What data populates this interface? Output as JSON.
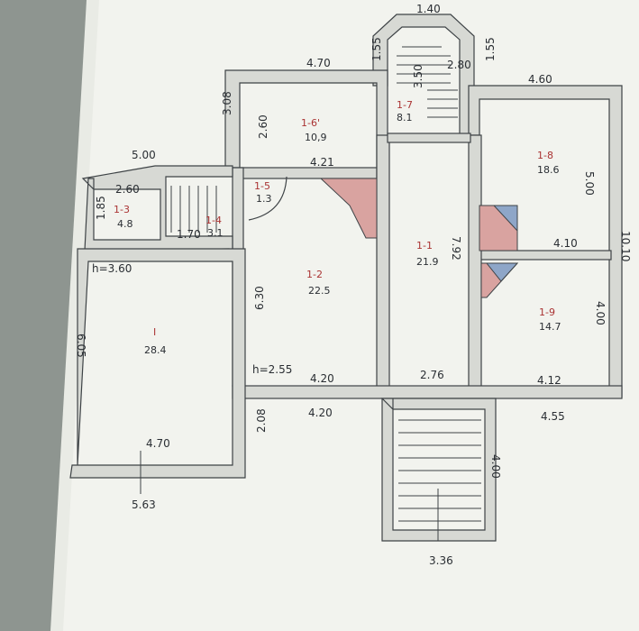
{
  "plan": {
    "rooms": [
      {
        "id": "1-6'",
        "area": "10,9"
      },
      {
        "id": "1-7",
        "area": "8.1"
      },
      {
        "id": "1-8",
        "area": "18.6"
      },
      {
        "id": "1-3",
        "area": "4.8"
      },
      {
        "id": "1-4",
        "area": "3.1"
      },
      {
        "id": "1-5",
        "area": "1.3"
      },
      {
        "id": "1-2",
        "area": "22.5"
      },
      {
        "id": "1-1",
        "area": "21.9"
      },
      {
        "id": "1-9",
        "area": "14.7"
      },
      {
        "id": "I",
        "area": "28.4"
      }
    ],
    "dimensions": {
      "tower_top": "1.40",
      "tower_left": "1.55",
      "tower_right": "1.55",
      "stair_top": "2.80",
      "stair_side": "3.50",
      "top_left_width": "4.70",
      "top_left_height": "3.08",
      "r16_height": "2.60",
      "r16_bottom": "4.21",
      "r18_top": "4.60",
      "r18_height": "5.00",
      "r18_bottom": "4.10",
      "r13_top_outer": "5.00",
      "r13_width": "2.60",
      "r13_height": "1.85",
      "r14_width": "1.70",
      "ceiling_h_left": "h=3.60",
      "ceiling_h_mid": "h=2.55",
      "big_room_height": "6.05",
      "big_room_bottom": "4.70",
      "outer_bottom_left": "5.63",
      "r12_height": "6.30",
      "r12_bottom": "4.20",
      "r12_outer": "4.20",
      "r11_height": "7.92",
      "r11_bottom": "2.76",
      "r19_height": "4.00",
      "r19_bottom": "4.12",
      "r19_outer": "4.55",
      "right_total": "10.10",
      "left_outer_height": "2.08",
      "porch_height": "4.00",
      "porch_width": "3.36"
    }
  }
}
